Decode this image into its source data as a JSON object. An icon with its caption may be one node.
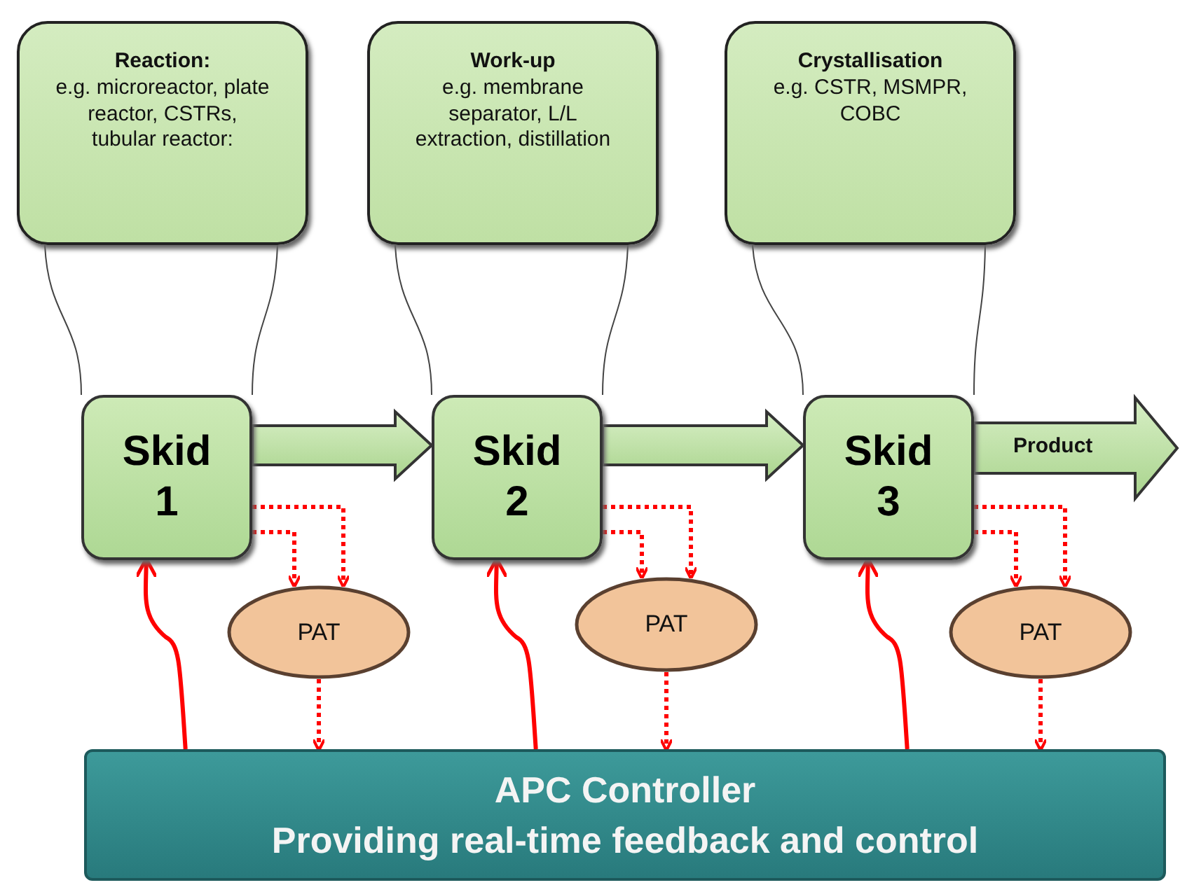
{
  "diagram": {
    "nodes": [
      {
        "text": [
          "Reaction:",
          "e.g. microreactor, plate reactor, CSTRs, tubular reactor:"
        ]
      },
      {
        "text": [
          "Work-up",
          "e.g. membrane separator, L/L extraction, distillation"
        ]
      },
      {
        "text": [
          "Crystallisation",
          "e.g. CSTR, MSMPR, COBC"
        ]
      },
      {
        "text": [
          "Skid 1"
        ]
      },
      {
        "text": [
          "Skid 2"
        ]
      },
      {
        "text": [
          "Skid 3"
        ]
      },
      {
        "text": [
          "PAT"
        ]
      },
      {
        "text": [
          "PAT"
        ]
      },
      {
        "text": [
          "PAT"
        ]
      },
      {
        "text": [
          "APC Controller",
          "Providing real-time feedback and control"
        ]
      }
    ],
    "edges": [
      {
        "from": 3,
        "to": 4,
        "arrow": "to",
        "style": "thick"
      },
      {
        "from": 4,
        "to": 5,
        "arrow": "to",
        "style": "thick"
      },
      {
        "from": 5,
        "to": null,
        "arrow": "to",
        "style": "thick",
        "label": "Product"
      },
      {
        "from": 0,
        "to": 3,
        "arrow": "none",
        "color": "#444444"
      },
      {
        "from": 0,
        "to": 3,
        "arrow": "none",
        "color": "#444444"
      },
      {
        "from": 1,
        "to": 4,
        "arrow": "none",
        "color": "#444444"
      },
      {
        "from": 1,
        "to": 4,
        "arrow": "none",
        "color": "#444444"
      },
      {
        "from": 2,
        "to": 5,
        "arrow": "none",
        "color": "#444444"
      },
      {
        "from": 2,
        "to": 5,
        "arrow": "none",
        "color": "#444444"
      },
      {
        "from": 3,
        "to": 6,
        "arrow": "to",
        "style": "dashed",
        "color": "#ff0000"
      },
      {
        "from": 3,
        "to": 6,
        "arrow": "to",
        "style": "dashed",
        "color": "#ff0000"
      },
      {
        "from": 4,
        "to": 7,
        "arrow": "to",
        "style": "dashed",
        "color": "#ff0000"
      },
      {
        "from": 4,
        "to": 7,
        "arrow": "to",
        "style": "dashed",
        "color": "#ff0000"
      },
      {
        "from": 5,
        "to": 8,
        "arrow": "to",
        "style": "dashed",
        "color": "#ff0000"
      },
      {
        "from": 5,
        "to": 8,
        "arrow": "to",
        "style": "dashed",
        "color": "#ff0000"
      },
      {
        "from": 6,
        "to": 9,
        "arrow": "to",
        "style": "dashed",
        "color": "#ff0000"
      },
      {
        "from": 7,
        "to": 9,
        "arrow": "to",
        "style": "dashed",
        "color": "#ff0000"
      },
      {
        "from": 8,
        "to": 9,
        "arrow": "to",
        "style": "dashed",
        "color": "#ff0000"
      },
      {
        "from": 9,
        "to": 3,
        "arrow": "to",
        "color": "#ff0000"
      },
      {
        "from": 9,
        "to": 4,
        "arrow": "to",
        "color": "#ff0000"
      },
      {
        "from": 9,
        "to": 5,
        "arrow": "to",
        "color": "#ff0000"
      }
    ]
  }
}
